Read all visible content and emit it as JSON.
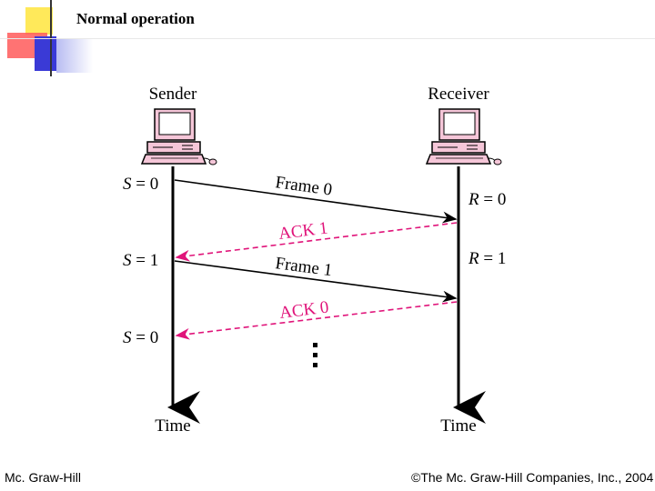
{
  "slide": {
    "title": "Normal operation",
    "footer_left": "Mc. Graw-Hill",
    "footer_right": "©The Mc. Graw-Hill Companies, Inc., 2004"
  },
  "diagram": {
    "sender_label": "Sender",
    "receiver_label": "Receiver",
    "time_label_left": "Time",
    "time_label_right": "Time",
    "sender_states": [
      {
        "var": "S",
        "text": " = 0"
      },
      {
        "var": "S",
        "text": " = 1"
      },
      {
        "var": "S",
        "text": " = 0"
      }
    ],
    "receiver_states": [
      {
        "var": "R",
        "text": " = 0"
      },
      {
        "var": "R",
        "text": " = 1"
      }
    ],
    "messages": [
      {
        "label": "Frame 0"
      },
      {
        "label": "ACK 1"
      },
      {
        "label": "Frame 1"
      },
      {
        "label": "ACK 0"
      }
    ],
    "colors": {
      "frame": "#000000",
      "ack": "#e0147a",
      "computer_body": "#f5c6d8",
      "computer_outline": "#000000"
    }
  }
}
